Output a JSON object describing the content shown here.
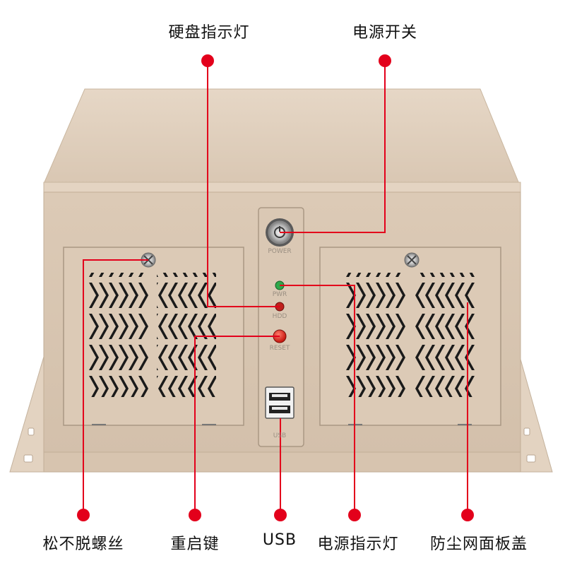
{
  "callouts": {
    "hdd_light": "硬盘指示灯",
    "power_switch": "电源开关",
    "screws": "松不脱螺丝",
    "reset_key": "重启键",
    "usb": "USB",
    "power_light": "电源指示灯",
    "dust_cover": "防尘网面板盖"
  },
  "panel": {
    "power": "POWER",
    "pwr": "PWR",
    "hdd": "HDD",
    "reset": "RESET",
    "usb": "USB"
  },
  "colors": {
    "chassis": "#ddcbb7",
    "chassis_dark": "#cbb8a2",
    "callout_line": "#e3001b",
    "pwr_led": "#2ea84a",
    "hdd_led": "#c0201c",
    "reset_button": "#e02a22"
  }
}
